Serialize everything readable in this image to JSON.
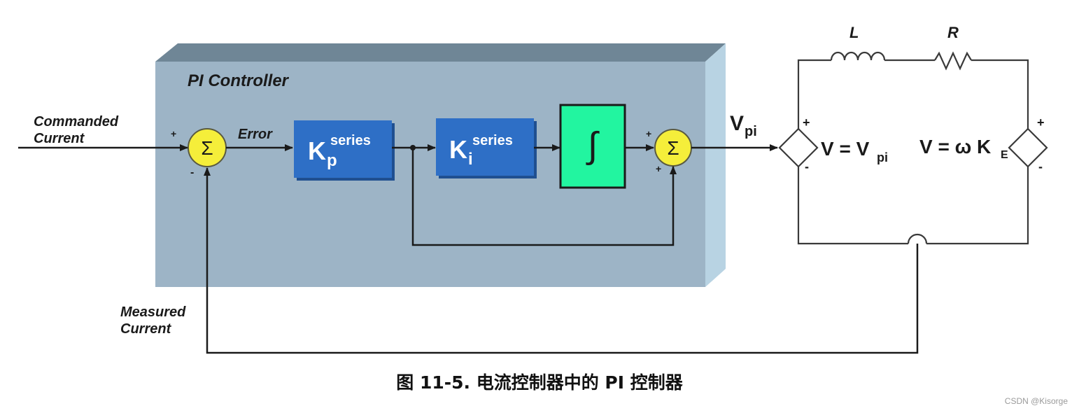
{
  "controller": {
    "title": "PI Controller",
    "kp_symbol": "K",
    "kp_sub": "p",
    "kp_sup": "series",
    "ki_symbol": "K",
    "ki_sub": "i",
    "ki_sup": "series",
    "integrator_symbol": "∫",
    "sum_symbol": "Σ",
    "error_label": "Error"
  },
  "signals": {
    "commanded_line1": "Commanded",
    "commanded_line2": "Current",
    "measured_line1": "Measured",
    "measured_line2": "Current",
    "vpi_main": "V",
    "vpi_sub": "pi",
    "plus": "+",
    "minus": "-"
  },
  "circuit": {
    "inductor_label": "L",
    "resistor_label": "R",
    "source1_eq_main": "V = V",
    "source1_eq_sub": "pi",
    "source2_eq_main": "V = ω K",
    "source2_eq_sub": "E"
  },
  "caption": "图 11-5. 电流控制器中的 PI 控制器",
  "watermark": "CSDN @Kisorge",
  "colors": {
    "box_front": "#9db4c6",
    "box_top": "#6f8696",
    "box_side": "#b8d3e3",
    "gain_block": "#2e6fc6",
    "integrator_block": "#22f5a0",
    "summer": "#f5ee3a"
  }
}
